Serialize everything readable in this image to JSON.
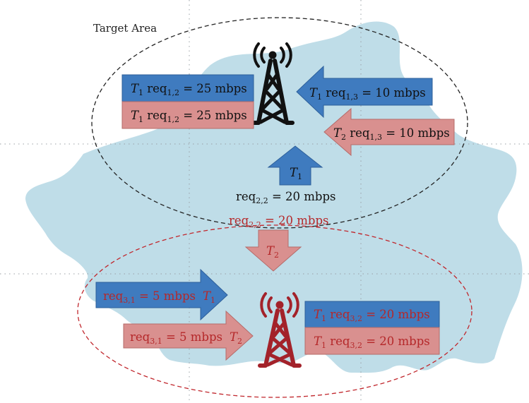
{
  "colors": {
    "blue": "#3f7bbf",
    "pink": "#d9908f",
    "red": "#b5282a",
    "region": "#bfdde8",
    "black": "#111111"
  },
  "title": "Target Area",
  "towers": {
    "top": {
      "icon": "cell-tower-icon",
      "color": "#111111"
    },
    "bottom": {
      "icon": "cell-tower-icon",
      "color": "#a3222a"
    }
  },
  "labels": {
    "b1": {
      "t": "T",
      "ts": "1",
      "r": "req",
      "rs": "1,2",
      "v": " = 25 mbps"
    },
    "b2": {
      "t": "T",
      "ts": "1",
      "r": "req",
      "rs": "1,2",
      "v": " = 25 mbps"
    },
    "a1": {
      "t": "T",
      "ts": "1",
      "r": "req",
      "rs": "1,3",
      "v": " = 10 mbps"
    },
    "a2": {
      "t": "T",
      "ts": "2",
      "r": "req",
      "rs": "1,3",
      "v": " = 10 mbps"
    },
    "up": {
      "t": "T",
      "ts": "1"
    },
    "req22a": {
      "r": "req",
      "rs": "2,2",
      "v": " = 20 mbps"
    },
    "req22b": {
      "r": "req",
      "rs": "2,2",
      "v": " = 20 mbps"
    },
    "down": {
      "t": "T",
      "ts": "2"
    },
    "a3": {
      "r": "req",
      "rs": "3,1",
      "v": " = 5 mbps",
      "t": "T",
      "ts": "1"
    },
    "a4": {
      "r": "req",
      "rs": "3,1",
      "v": " = 5 mbps",
      "t": "T",
      "ts": "2"
    },
    "b3": {
      "t": "T",
      "ts": "1",
      "r": "req",
      "rs": "3,2",
      "v": " = 20 mbps"
    },
    "b4": {
      "t": "T",
      "ts": "1",
      "r": "req",
      "rs": "3,2",
      "v": " = 20 mbps"
    }
  }
}
